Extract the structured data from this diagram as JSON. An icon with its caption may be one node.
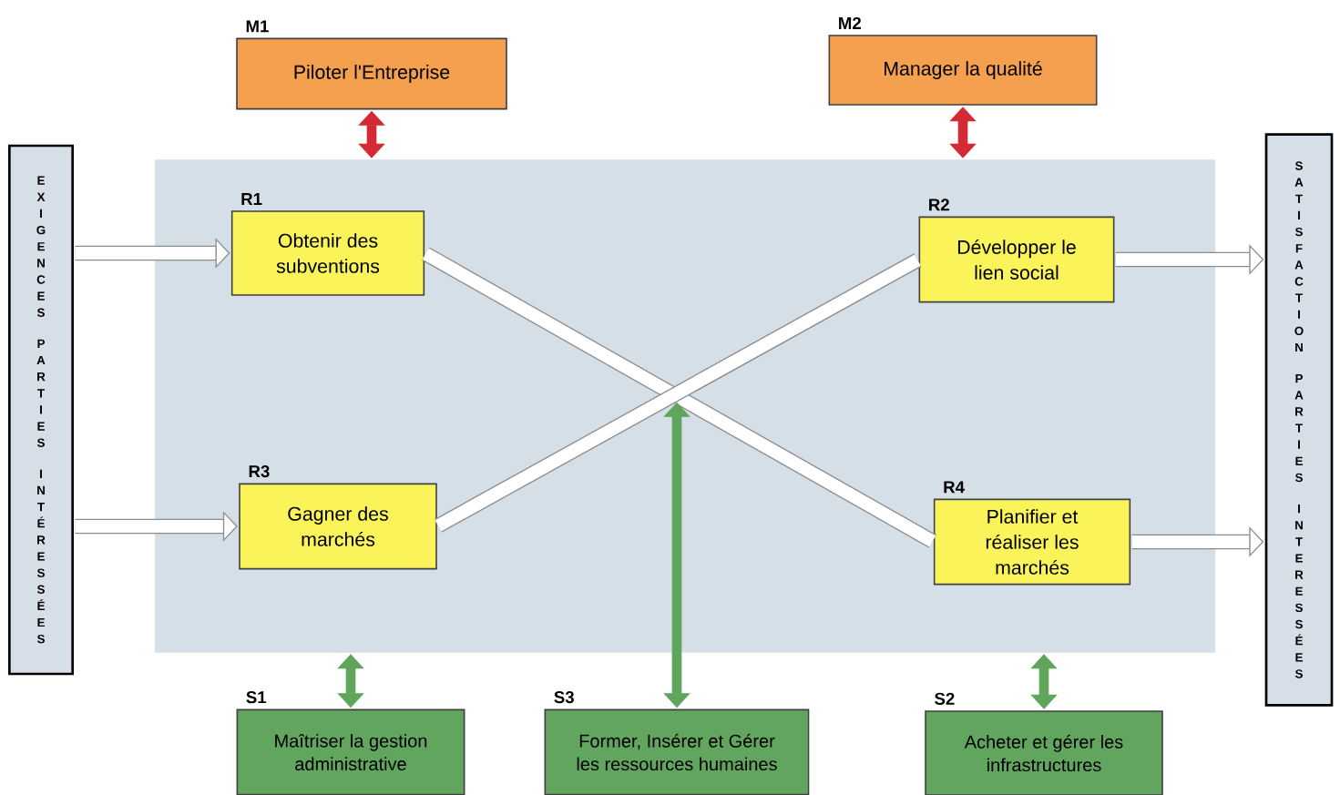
{
  "diagram": {
    "nodes": [
      {
        "text": [
          "EXIGENCES PARTIES INTÉRESSÉES"
        ]
      },
      {
        "text": [
          "Piloter l'Entreprise"
        ],
        "beside": [
          "M1"
        ]
      },
      {
        "text": [
          "Manager la qualité"
        ],
        "beside": [
          "M2"
        ]
      },
      {
        "text": [],
        "shape": "box"
      },
      {
        "text": [
          "Obtenir des subventions"
        ],
        "beside": [
          "R1"
        ],
        "in": 3
      },
      {
        "text": [
          "Développer le lien social"
        ],
        "beside": [
          "R2"
        ],
        "in": 3
      },
      {
        "text": [
          "Gagner des marchés"
        ],
        "beside": [
          "R3"
        ],
        "in": 3
      },
      {
        "text": [
          "Planifier et réaliser les marchés"
        ],
        "beside": [
          "R4"
        ],
        "in": 3
      },
      {
        "text": [
          "Maîtriser la gestion administrative"
        ],
        "beside": [
          "S1"
        ]
      },
      {
        "text": [
          "Former, Insérer et Gérer les ressources humaines"
        ],
        "beside": [
          "S3"
        ]
      },
      {
        "text": [
          "Acheter et gérer les infrastructures"
        ],
        "beside": [
          "S2"
        ]
      },
      {
        "text": [
          "SATISFACTION PARTIES INTERESSÉES"
        ]
      }
    ],
    "edges": [
      {
        "from": 0,
        "to": 4,
        "arrow": "to"
      },
      {
        "from": 0,
        "to": 6,
        "arrow": "to"
      },
      {
        "from": 5,
        "to": 11,
        "arrow": "to"
      },
      {
        "from": 7,
        "to": 11,
        "arrow": "to"
      },
      {
        "from": 4,
        "to": 7,
        "arrow": "none"
      },
      {
        "from": 6,
        "to": 5,
        "arrow": "none"
      },
      {
        "from": 1,
        "to": 3,
        "arrow": "both",
        "color": "#d42a35"
      },
      {
        "from": 2,
        "to": 3,
        "arrow": "both",
        "color": "#d42a35"
      },
      {
        "from": 8,
        "to": 3,
        "arrow": "both",
        "color": "#5fa55c"
      },
      {
        "from": 9,
        "to": null,
        "arrow": "both",
        "color": "#5fa55c"
      },
      {
        "from": 10,
        "to": 3,
        "arrow": "both",
        "color": "#5fa55c"
      }
    ]
  }
}
